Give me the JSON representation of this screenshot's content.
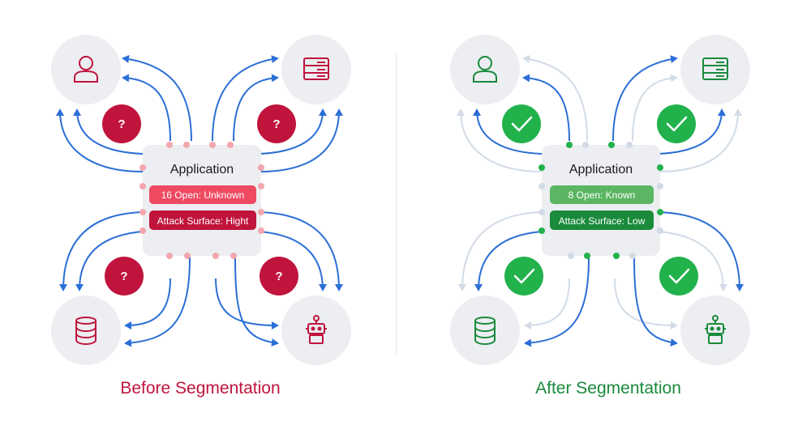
{
  "before": {
    "app_title": "Application",
    "status_pill": "16 Open: Unknown",
    "attack_pill": "Attack Surface: Hight",
    "caption": "Before Segmentation",
    "question_marks": [
      "?",
      "?",
      "?",
      "?"
    ]
  },
  "after": {
    "app_title": "Application",
    "status_pill": "8 Open: Known",
    "attack_pill": "Attack Surface: Low",
    "caption": "After Segmentation"
  },
  "colors": {
    "red_dark": "#c0143c",
    "red_pill": "#ee4a62",
    "red_dot": "#f3a6ae",
    "green_dark": "#1a8a3b",
    "green_pill": "#5bb562",
    "green_check": "#22b24c",
    "blue_arrow": "#2b6fd6",
    "gray_arrow": "#d2dbe6",
    "node_bg": "#eceef1",
    "app_bg": "#eceef1"
  },
  "icons": {
    "before": [
      "user-icon",
      "server-icon",
      "database-icon",
      "robot-icon"
    ],
    "after": [
      "user-icon",
      "server-icon",
      "database-icon",
      "robot-icon"
    ]
  }
}
